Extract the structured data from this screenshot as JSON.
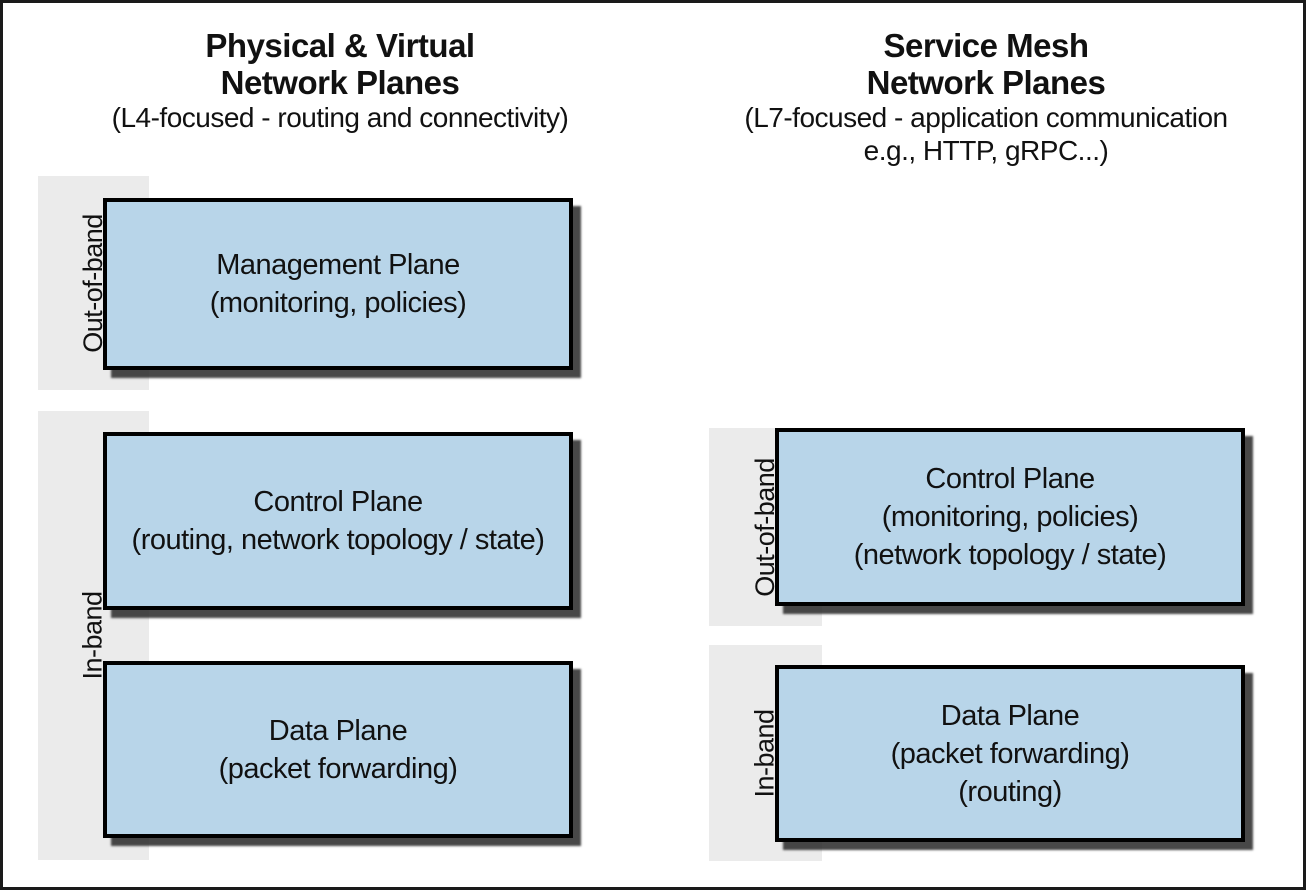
{
  "diagram": {
    "columns": [
      {
        "id": "physical-virtual",
        "title_lines": [
          "Physical & Virtual",
          "Network Planes"
        ],
        "subtitle_lines": [
          "(L4-focused - routing and connectivity)"
        ],
        "bands": [
          "Out-of-band",
          "In-band"
        ],
        "boxes": [
          {
            "name": "management-plane",
            "lines": [
              "Management Plane",
              "(monitoring, policies)"
            ]
          },
          {
            "name": "control-plane",
            "lines": [
              "Control Plane",
              "(routing, network topology / state)"
            ]
          },
          {
            "name": "data-plane",
            "lines": [
              "Data Plane",
              "(packet forwarding)"
            ]
          }
        ]
      },
      {
        "id": "service-mesh",
        "title_lines": [
          "Service Mesh",
          "Network Planes"
        ],
        "subtitle_lines": [
          "(L7-focused - application communication",
          "e.g., HTTP, gRPC...)"
        ],
        "bands": [
          "Out-of-band",
          "In-band"
        ],
        "boxes": [
          {
            "name": "control-plane",
            "lines": [
              "Control Plane",
              "(monitoring, policies)",
              "(network topology / state)"
            ]
          },
          {
            "name": "data-plane",
            "lines": [
              "Data Plane",
              "(packet forwarding)",
              "(routing)"
            ]
          }
        ]
      }
    ],
    "colors": {
      "page_bg": "#ffffff",
      "outer_border": "#1a1a1a",
      "box_fill": "#b8d5e9",
      "box_border": "#000000",
      "band_bg": "#ebebeb",
      "text": "#111111"
    }
  }
}
